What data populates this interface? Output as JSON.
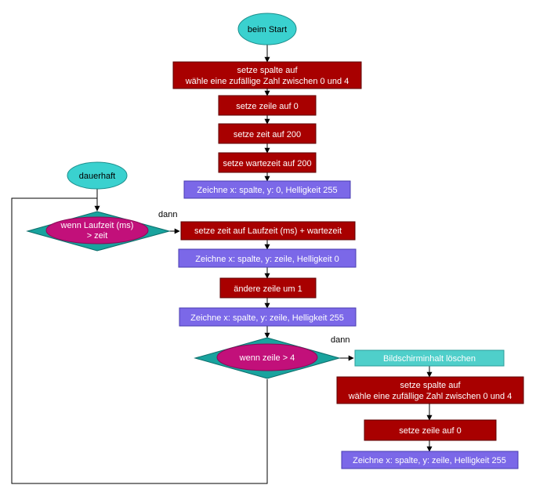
{
  "colors": {
    "action": "#a80000",
    "action_border": "#5c0000",
    "display": "#7b68e8",
    "display_border": "#4a3db0",
    "clear": "#4fcfca",
    "clear_border": "#2e9e9a",
    "start": "#3ad1cf",
    "decision": "#19a39e",
    "condition": "#c2107a",
    "line": "#000000"
  },
  "nodes": {
    "start": "beim Start",
    "set_column_line1": "setze spalte auf",
    "set_column_line2": "wähle eine zufällige Zahl zwischen 0 und 4",
    "set_row_0": "setze zeile auf 0",
    "set_time_200": "setze zeit auf 200",
    "set_wait_200": "setze wartezeit auf 200",
    "draw_start": "Zeichne x: spalte,  y: 0, Helligkeit 255",
    "forever": "dauerhaft",
    "cond1_line1": "wenn Laufzeit (ms)",
    "cond1_line2": "> zeit",
    "then1": "dann",
    "set_time_runtime": "setze zeit auf Laufzeit (ms) + wartezeit",
    "draw_row_0": "Zeichne x: spalte,  y: zeile, Helligkeit 0",
    "change_row": "ändere zeile um 1",
    "draw_row_255": "Zeichne x: spalte,  y: zeile, Helligkeit 255",
    "cond2": "wenn zeile > 4",
    "then2": "dann",
    "clear_screen": "Bildschirminhalt löschen",
    "set_column2_line1": "setze spalte auf",
    "set_column2_line2": "wähle eine zufällige Zahl zwischen 0 und 4",
    "set_row2_0": "setze zeile auf 0",
    "draw_row2_255": "Zeichne x: spalte,  y: zeile, Helligkeit 255"
  }
}
